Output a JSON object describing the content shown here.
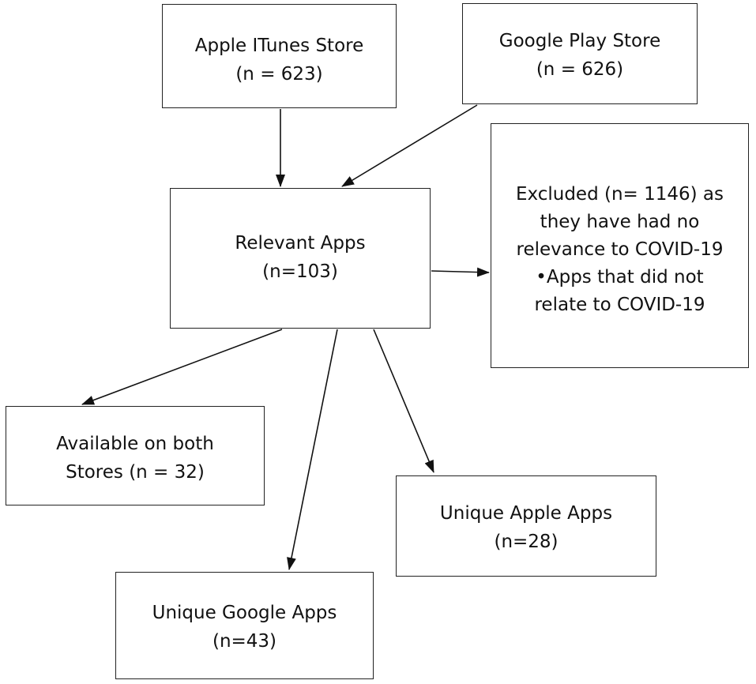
{
  "diagram": {
    "nodes": {
      "itunes": {
        "line1": "Apple ITunes Store",
        "line2": "(n = 623)"
      },
      "google": {
        "line1": "Google Play Store",
        "line2": "(n = 626)"
      },
      "relevant": {
        "line1": "Relevant Apps",
        "line2": "(n=103)"
      },
      "excluded": {
        "line1": "Excluded (n= 1146)  as",
        "line2": "they have had no",
        "line3": "relevance to COVID-19",
        "line4": "•Apps that did not",
        "line5": "relate to COVID-19"
      },
      "both": {
        "line1": "Available on both",
        "line2": "Stores (n = 32)"
      },
      "apple": {
        "line1": "Unique Apple Apps",
        "line2": "(n=28)"
      },
      "googleu": {
        "line1": "Unique Google Apps",
        "line2": "(n=43)"
      }
    },
    "edges": [
      {
        "from": "Apple ITunes Store",
        "to": "Relevant Apps"
      },
      {
        "from": "Google Play Store",
        "to": "Relevant Apps"
      },
      {
        "from": "Relevant Apps",
        "to": "Excluded"
      },
      {
        "from": "Relevant Apps",
        "to": "Available on both Stores"
      },
      {
        "from": "Relevant Apps",
        "to": "Unique Google Apps"
      },
      {
        "from": "Relevant Apps",
        "to": "Unique Apple Apps"
      }
    ],
    "line_color": "#111111",
    "border_color": "#222222"
  }
}
